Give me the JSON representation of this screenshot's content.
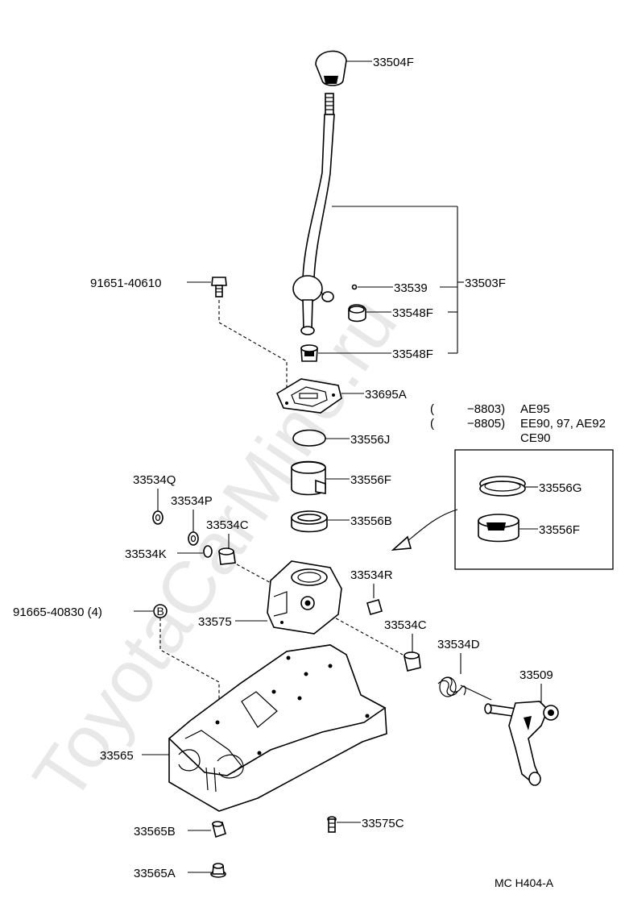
{
  "watermark": "ToyotaCarMine.ru",
  "parts": {
    "p33504F": "33504F",
    "p33539": "33539",
    "p33503F": "33503F",
    "p33548F_a": "33548F",
    "p33548F_b": "33548F",
    "p91651": "91651-40610",
    "p33695A": "33695A",
    "p33556J": "33556J",
    "p33556F": "33556F",
    "p33556B": "33556B",
    "p33534Q": "33534Q",
    "p33534P": "33534P",
    "p33534C_a": "33534C",
    "p33534K": "33534K",
    "p33534R": "33534R",
    "p91665": "91665-40830 (4)",
    "bolt_marker": "B",
    "p33575": "33575",
    "p33534C_b": "33534C",
    "p33534D": "33534D",
    "p33509": "33509",
    "p33565": "33565",
    "p33565B": "33565B",
    "p33575C": "33575C",
    "p33565A": "33565A"
  },
  "inset": {
    "note1_paren": "(",
    "note1_range": "−8803)",
    "note1_models": "AE95",
    "note2_paren": "(",
    "note2_range": "−8805)",
    "note2_models": "EE90, 97, AE92",
    "note2_models_cont": "CE90",
    "p33556G": "33556G",
    "p33556F": "33556F"
  },
  "figure_code": "MC  H404-A"
}
